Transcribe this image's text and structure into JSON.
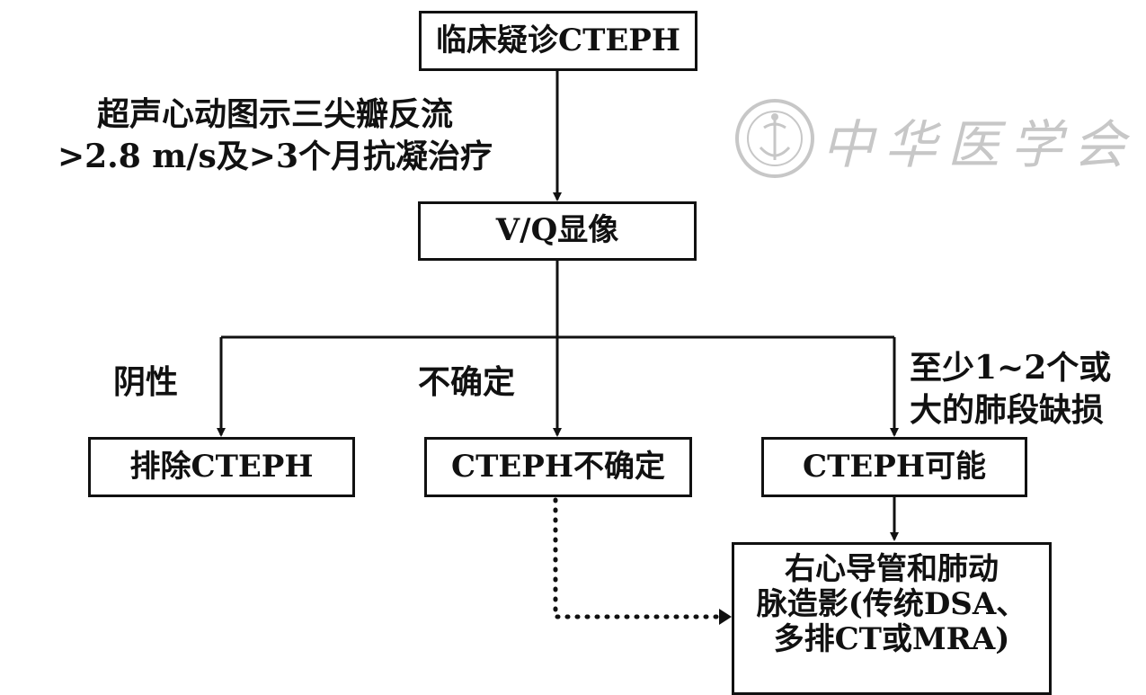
{
  "nodes": {
    "suspect": "临床疑诊CTEPH",
    "vq": "V/Q显像",
    "exclude": "排除CTEPH",
    "uncertain": "CTEPH不确定",
    "possible": "CTEPH可能",
    "catheter": [
      "右心导管和肺动",
      "脉造影(传统DSA、",
      "多排CT或MRA)"
    ]
  },
  "labels": {
    "criteria": [
      "超声心动图示三尖瓣反流",
      ">2.8 m/s及>3个月抗凝治疗"
    ],
    "negative": "阴性",
    "indeterminate": "不确定",
    "defect": [
      "至少1~2个或",
      "大的肺段缺损"
    ]
  },
  "watermark": {
    "text": "中华医学会",
    "icon": "society-seal-icon"
  }
}
